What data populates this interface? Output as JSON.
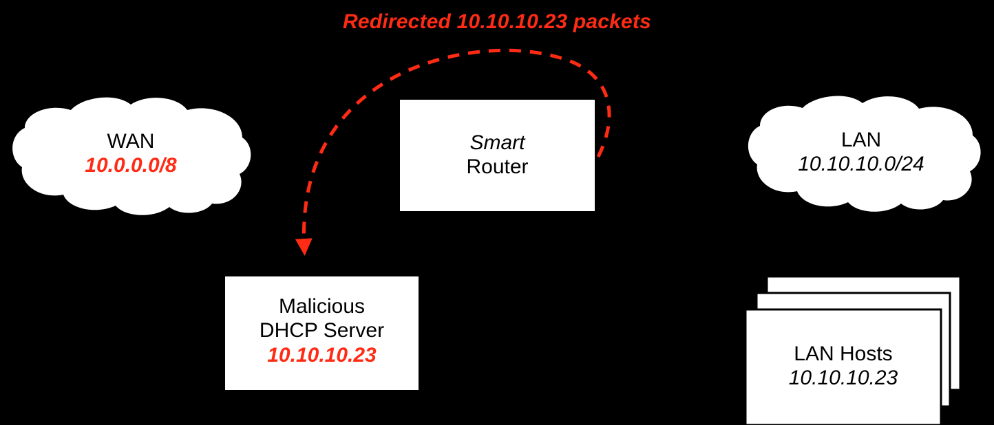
{
  "diagram": {
    "title": "Redirected 10.10.10.23 packets",
    "background_color": "#000000",
    "accent_color": "#FF2B14",
    "node_fill": "#FFFFFF",
    "text_color": "#000000"
  },
  "nodes": {
    "wan_cloud": {
      "shape": "cloud",
      "name": "WAN",
      "subnet": "10.0.0.0/8",
      "name_color": "#000000",
      "subnet_color": "#FF2B14"
    },
    "lan_cloud": {
      "shape": "cloud",
      "name": "LAN",
      "subnet": "10.10.10.0/24",
      "name_color": "#000000",
      "subnet_color": "#000000"
    },
    "router": {
      "shape": "rectangle",
      "line1": "Smart",
      "line2": "Router"
    },
    "dhcp_server": {
      "shape": "rectangle",
      "line1": "Malicious",
      "line2": "DHCP Server",
      "address": "10.10.10.23",
      "address_color": "#FF2B14"
    },
    "lan_hosts": {
      "shape": "stacked-rectangles",
      "stack_count": 3,
      "line1": "LAN Hosts",
      "address": "10.10.10.23",
      "address_color": "#000000"
    }
  },
  "edges": [
    {
      "name": "redirect-arrow",
      "from": "router",
      "to": "dhcp_server",
      "style": "dashed",
      "color": "#FF2B14",
      "label": "Redirected 10.10.10.23 packets",
      "arrowhead": "filled-triangle"
    }
  ]
}
